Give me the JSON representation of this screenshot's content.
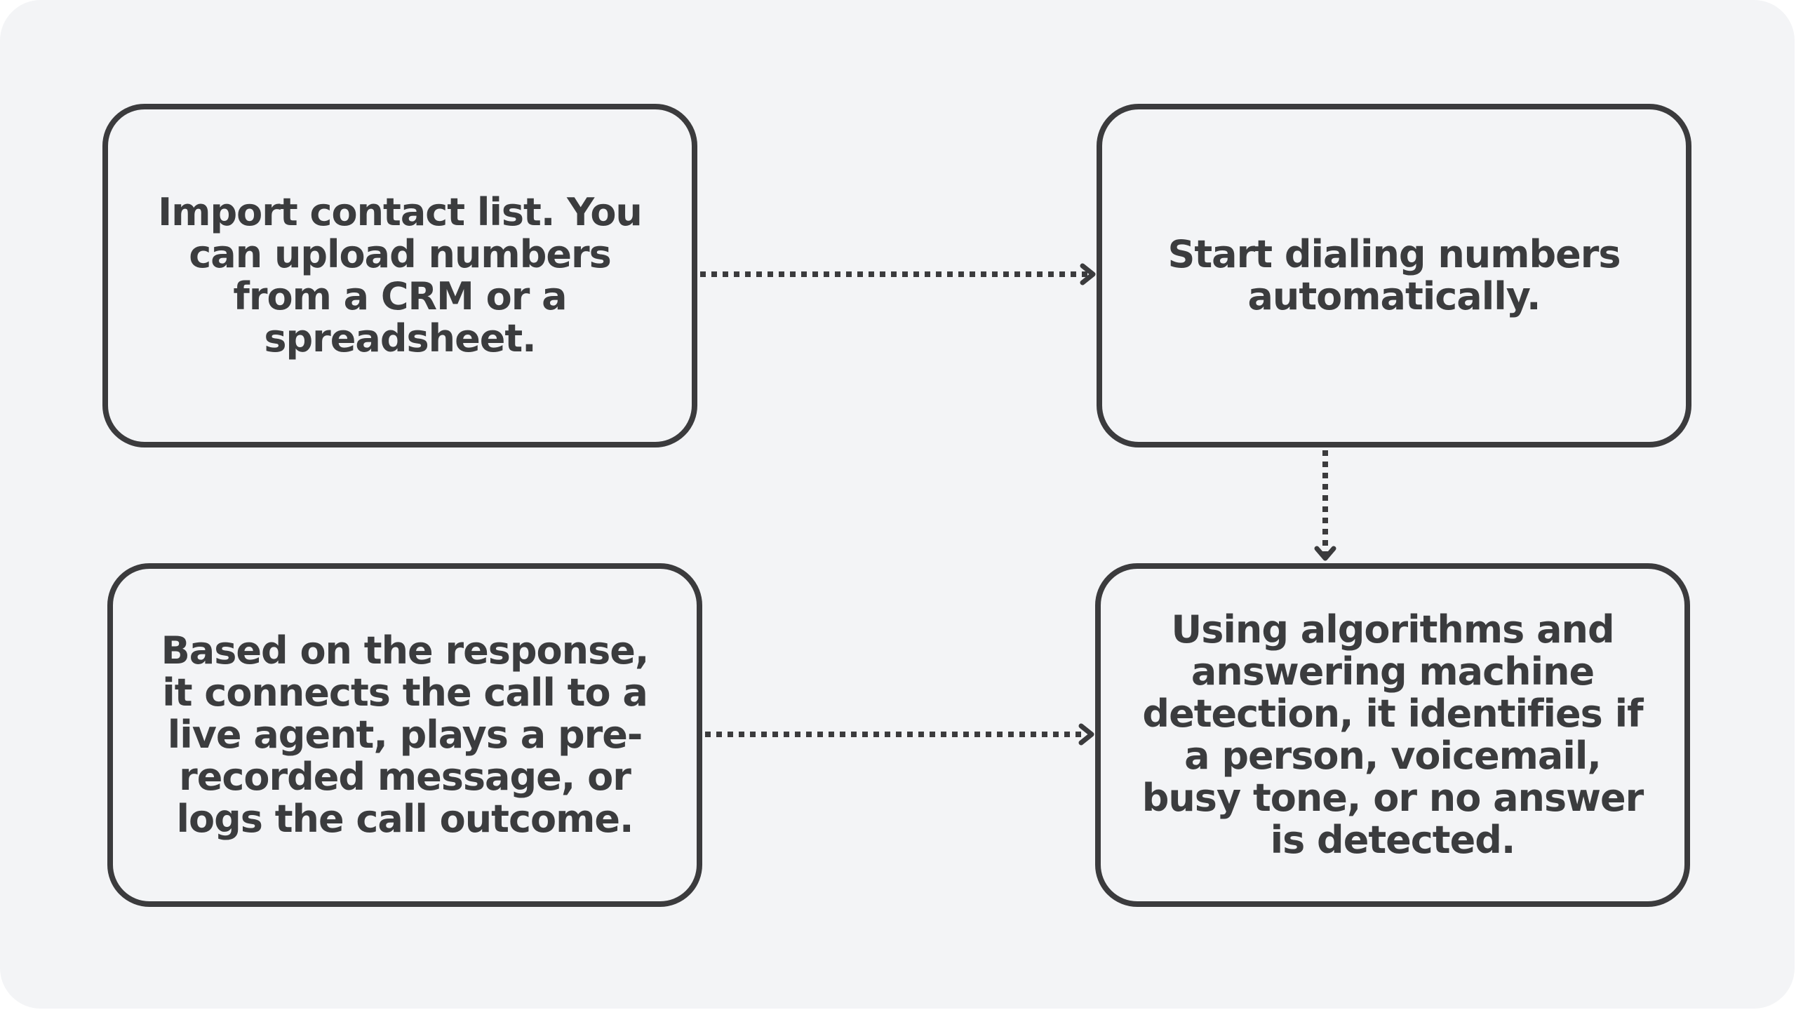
{
  "diagram": {
    "nodes": [
      {
        "id": "import-contacts",
        "text": "Import contact list. You can upload numbers from a CRM or a spreadsheet."
      },
      {
        "id": "start-dialing",
        "text": "Start dialing numbers automatically."
      },
      {
        "id": "detection",
        "text": "Using algorithms and answering machine detection, it identifies if a person, voicemail, busy tone, or no answer is detected."
      },
      {
        "id": "route-call",
        "text": "Based on the response, it connects the call to a live agent, plays a pre-recorded message, or logs the call outcome."
      }
    ],
    "edges": [
      {
        "from": "import-contacts",
        "to": "start-dialing",
        "style": "dotted"
      },
      {
        "from": "start-dialing",
        "to": "detection",
        "style": "dotted"
      },
      {
        "from": "route-call",
        "to": "detection",
        "style": "dotted"
      }
    ],
    "colors": {
      "background": "#f3f4f6",
      "stroke": "#3b3b3d",
      "text": "#3b3c3e"
    }
  }
}
